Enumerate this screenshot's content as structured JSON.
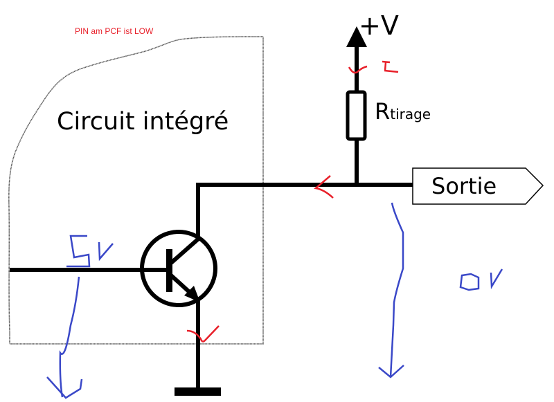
{
  "diagram": {
    "title_annotation": "PIN am PCF ist LOW",
    "ic_label": "Circuit intégré",
    "supply_label": "+V",
    "resistor_label_main": "R",
    "resistor_label_sub": "tirage",
    "output_label": "Sortie",
    "annotations": {
      "base_voltage": "5V",
      "output_voltage": "0V",
      "current_label": "I"
    },
    "colors": {
      "circuit": "#000000",
      "annotation_red": "#e8202a",
      "annotation_blue": "#3a48c8",
      "ic_outline": "#555555"
    }
  }
}
